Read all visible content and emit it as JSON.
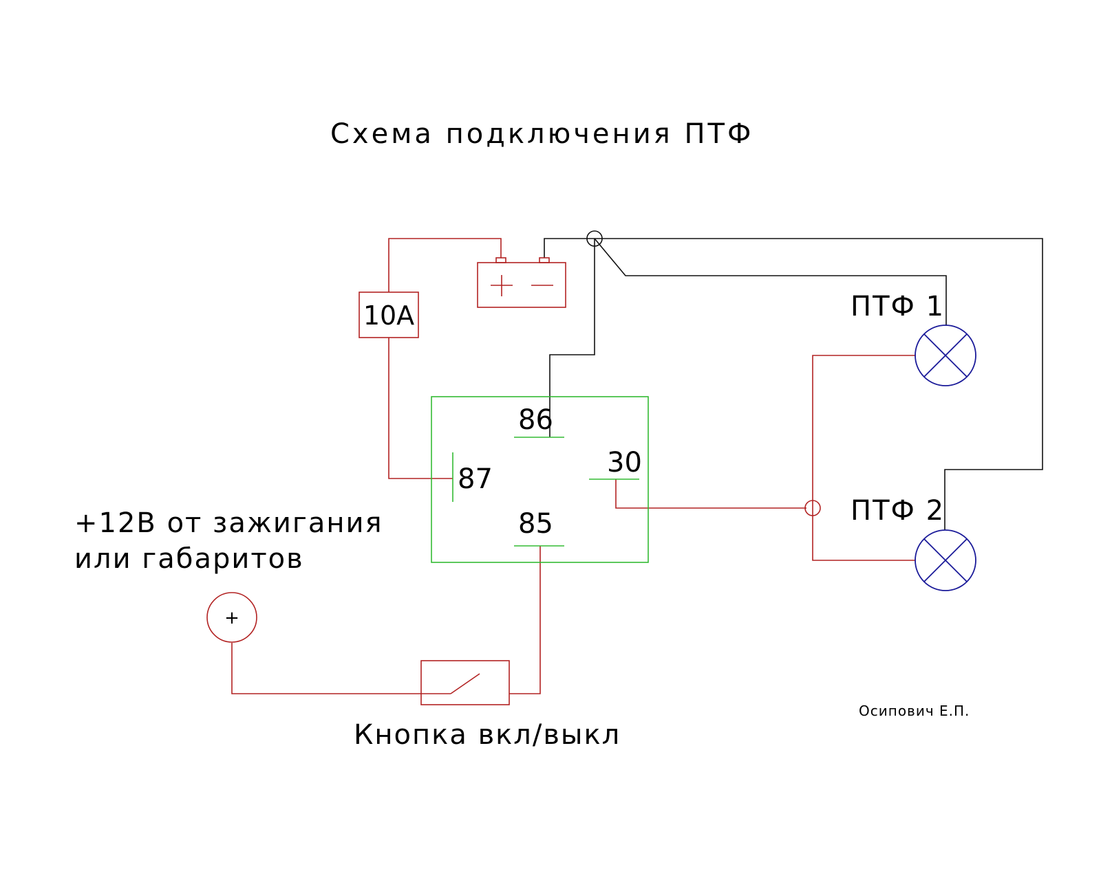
{
  "title": "Схема подключения ПТФ",
  "fuse_label": "10A",
  "battery": {
    "plus_symbol": "+",
    "minus_symbol": "—"
  },
  "relay_pins": {
    "p86": "86",
    "p87": "87",
    "p30": "30",
    "p85": "85"
  },
  "lamps": {
    "lamp1": "ПТФ 1",
    "lamp2": "ПТФ 2"
  },
  "source": {
    "line1": "+12В от зажигания",
    "line2": "или габаритов",
    "symbol": "+"
  },
  "switch_label": "Кнопка вкл/выкл",
  "author": "Осипович Е.П.",
  "colors": {
    "power_wire": "#b22222",
    "ground_wire": "#111111",
    "relay_body": "#33bb33",
    "lamp": "#1a1a99"
  }
}
